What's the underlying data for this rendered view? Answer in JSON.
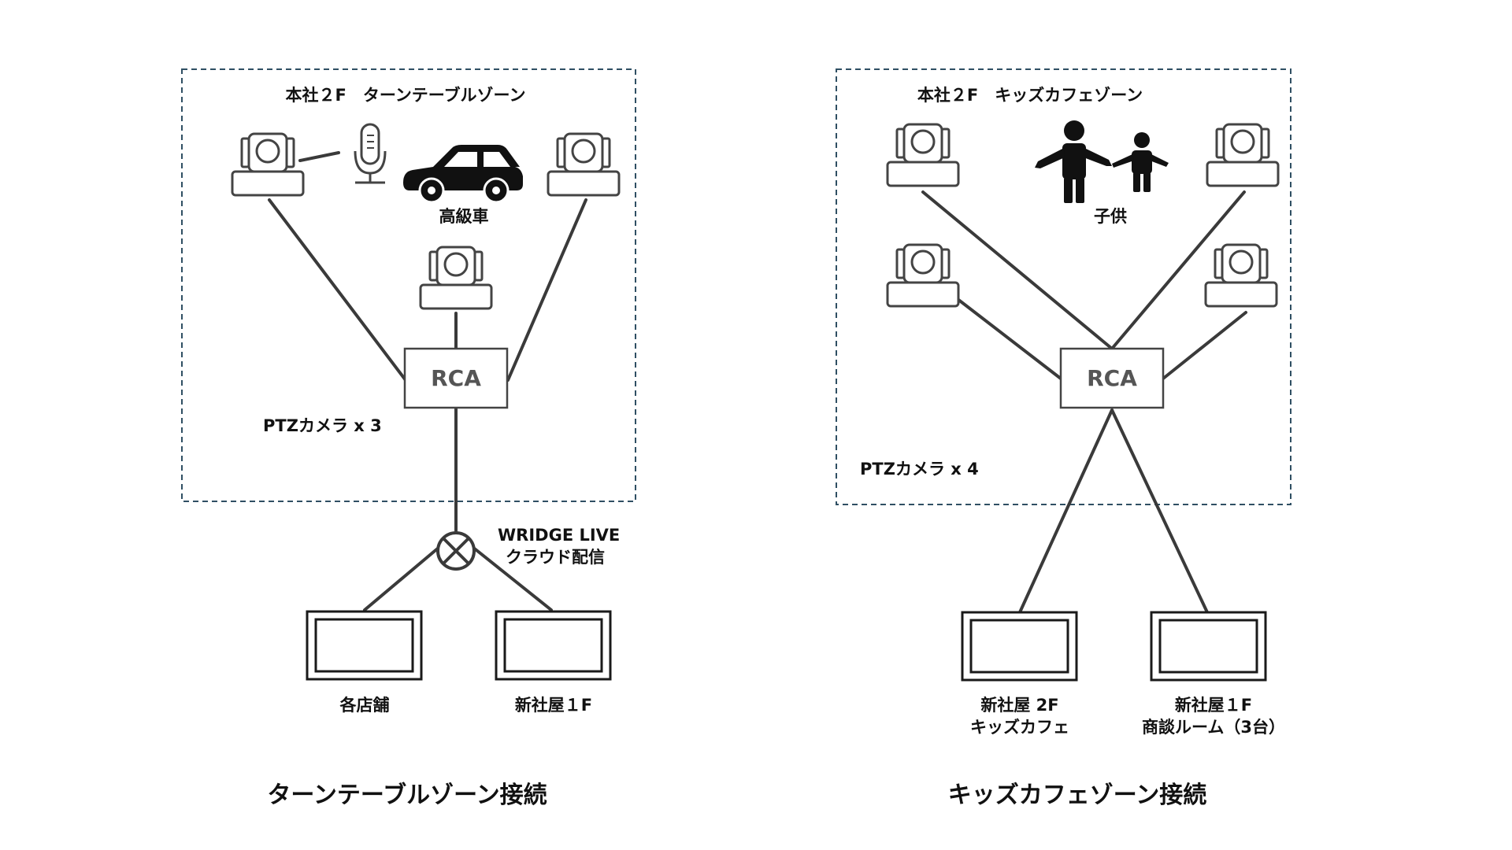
{
  "left_zone": {
    "zone_label": "本社２F　ターンテーブルゾーン",
    "subject_label": "高級車",
    "rca_label": "RCA",
    "camera_count_label": "PTZカメラ x 3",
    "cloud_label_line1": "WRIDGE LIVE",
    "cloud_label_line2": "クラウド配信",
    "displays": [
      {
        "label_line1": "各店舗"
      },
      {
        "label_line1": "新社屋１F"
      }
    ],
    "title": "ターンテーブルゾーン接続"
  },
  "right_zone": {
    "zone_label": "本社２F　キッズカフェゾーン",
    "subject_label": "子供",
    "rca_label": "RCA",
    "camera_count_label": "PTZカメラ x 4",
    "displays": [
      {
        "label_line1": "新社屋 2F",
        "label_line2": "キッズカフェ"
      },
      {
        "label_line1": "新社屋１F",
        "label_line2": "商談ルーム（3台）"
      }
    ],
    "title": "キッズカフェゾーン接続"
  },
  "colors": {
    "zone_border": "#2f4f63",
    "wire": "#3a3a3a",
    "rca_text": "#555555"
  }
}
